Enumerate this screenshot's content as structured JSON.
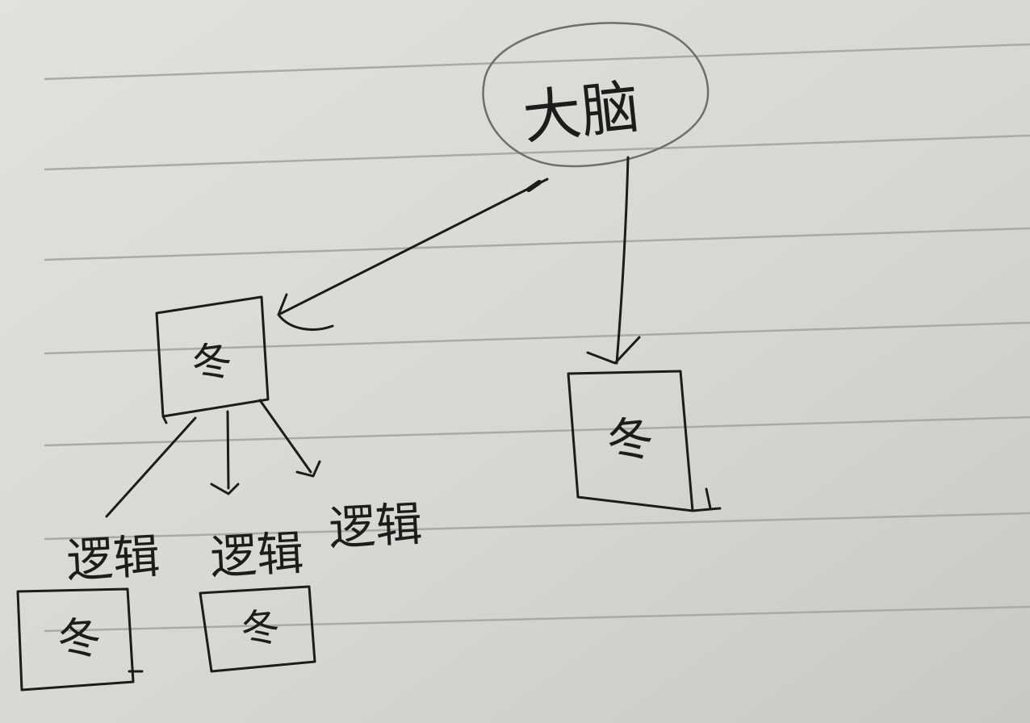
{
  "root": {
    "label": "大脑"
  },
  "nodes": [
    {
      "id": "left-box",
      "label": "冬"
    },
    {
      "id": "right-box",
      "label": "冬"
    },
    {
      "id": "bottom-left-box",
      "label": "冬"
    },
    {
      "id": "bottom-mid-box",
      "label": "冬"
    }
  ],
  "branch_labels": [
    "逻辑",
    "逻辑",
    "逻辑"
  ],
  "colors": {
    "paper": "#d9d8d3",
    "ink": "#1c1c1c",
    "rule_line": "#a9aaa8"
  }
}
